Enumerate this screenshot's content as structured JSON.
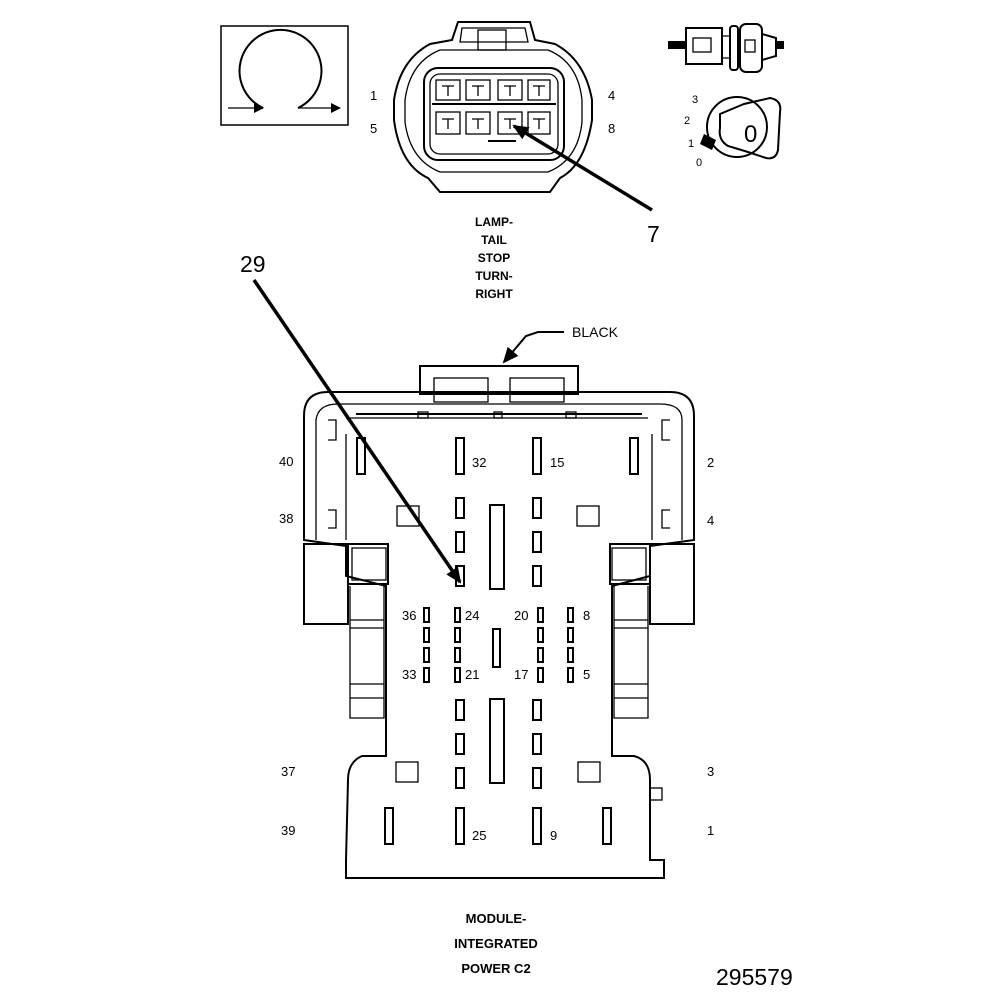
{
  "figure_id": "295579",
  "connector_top": {
    "pin_labels": {
      "p1": "1",
      "p4": "4",
      "p5": "5",
      "p8": "8"
    },
    "callout": "7",
    "caption": [
      "LAMP-",
      "TAIL",
      "STOP",
      "TURN-",
      "RIGHT"
    ]
  },
  "key_icon": {
    "positions": [
      "3",
      "2",
      "1",
      "0"
    ],
    "key_label": "0"
  },
  "connector_bottom": {
    "color_label": "BLACK",
    "callout": "29",
    "side_labels": {
      "left": [
        "40",
        "38",
        "37",
        "39"
      ],
      "right": [
        "2",
        "4",
        "3",
        "1"
      ]
    },
    "inner_labels": {
      "p32": "32",
      "p15": "15",
      "p36": "36",
      "p24": "24",
      "p20": "20",
      "p8": "8",
      "p33": "33",
      "p21": "21",
      "p17": "17",
      "p5": "5",
      "p25": "25",
      "p9": "9"
    },
    "caption": [
      "MODULE-",
      "INTEGRATED",
      "POWER C2"
    ]
  }
}
